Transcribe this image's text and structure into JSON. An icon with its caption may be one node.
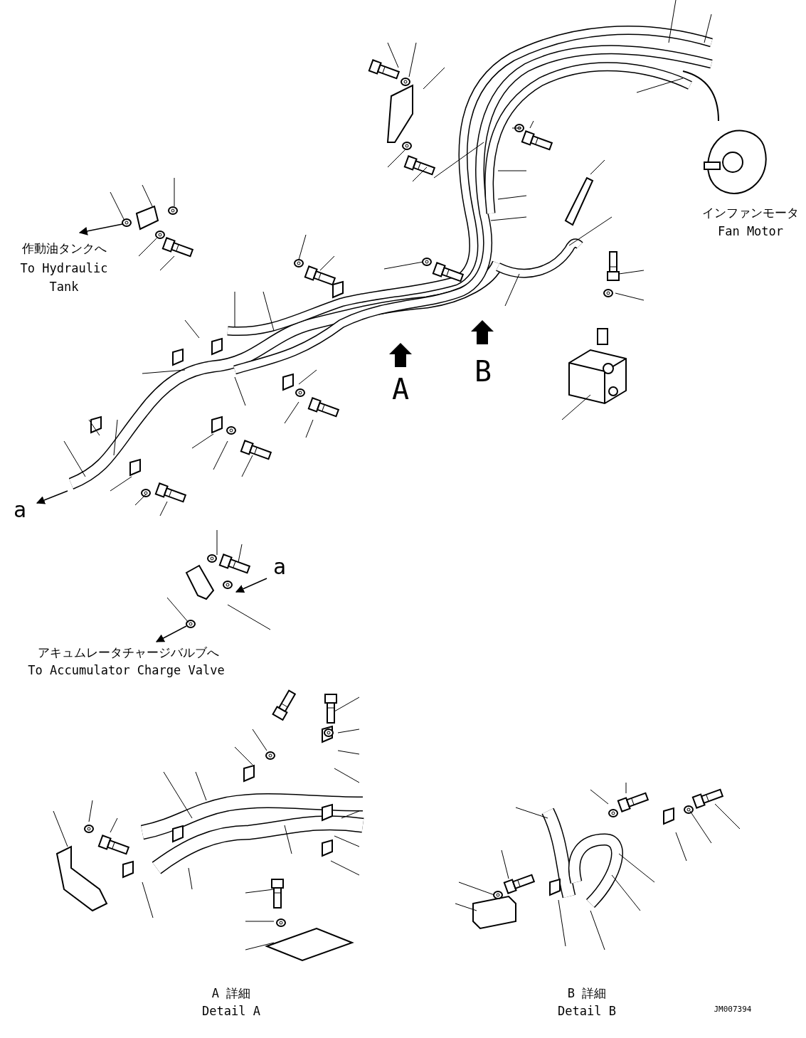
{
  "diagram": {
    "labels": [
      "インファンモータ",
      "Fan Motor",
      "作動油タンクへ",
      "To Hydraulic Tank",
      "B",
      "A",
      "a",
      "a",
      "アキュムレータチャージバルブへ",
      "To Accumulator Charge Valve",
      "A 詳細",
      "Detail A",
      "B 詳細",
      "Detail B",
      "JM007394"
    ]
  }
}
